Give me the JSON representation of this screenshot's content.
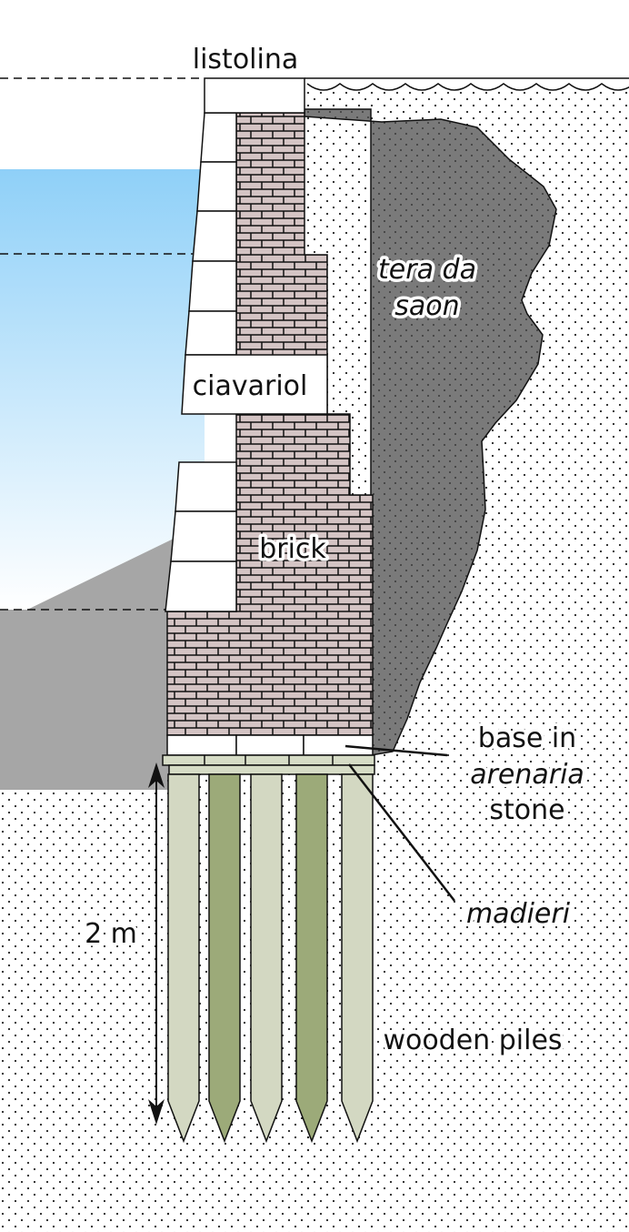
{
  "labels": {
    "listolina": "listolina",
    "ciavariol": "ciavariol",
    "brick": "brick",
    "tera_da_saon_line1": "tera da",
    "tera_da_saon_line2": "saon",
    "base_line1": "base in",
    "base_line2": "arenaria",
    "base_line3": "stone",
    "madieri": "madieri",
    "wooden_piles": "wooden piles",
    "depth": "2 m"
  },
  "colors": {
    "water_top": "#8fd0f8",
    "lagoon_bed": "#a6a6a6",
    "clay": "#7a7a7a",
    "brick": "#d4c4c4",
    "pile_light": "#d3d8c2",
    "pile_dark": "#9caa79",
    "madieri": "#d6dcc6"
  }
}
